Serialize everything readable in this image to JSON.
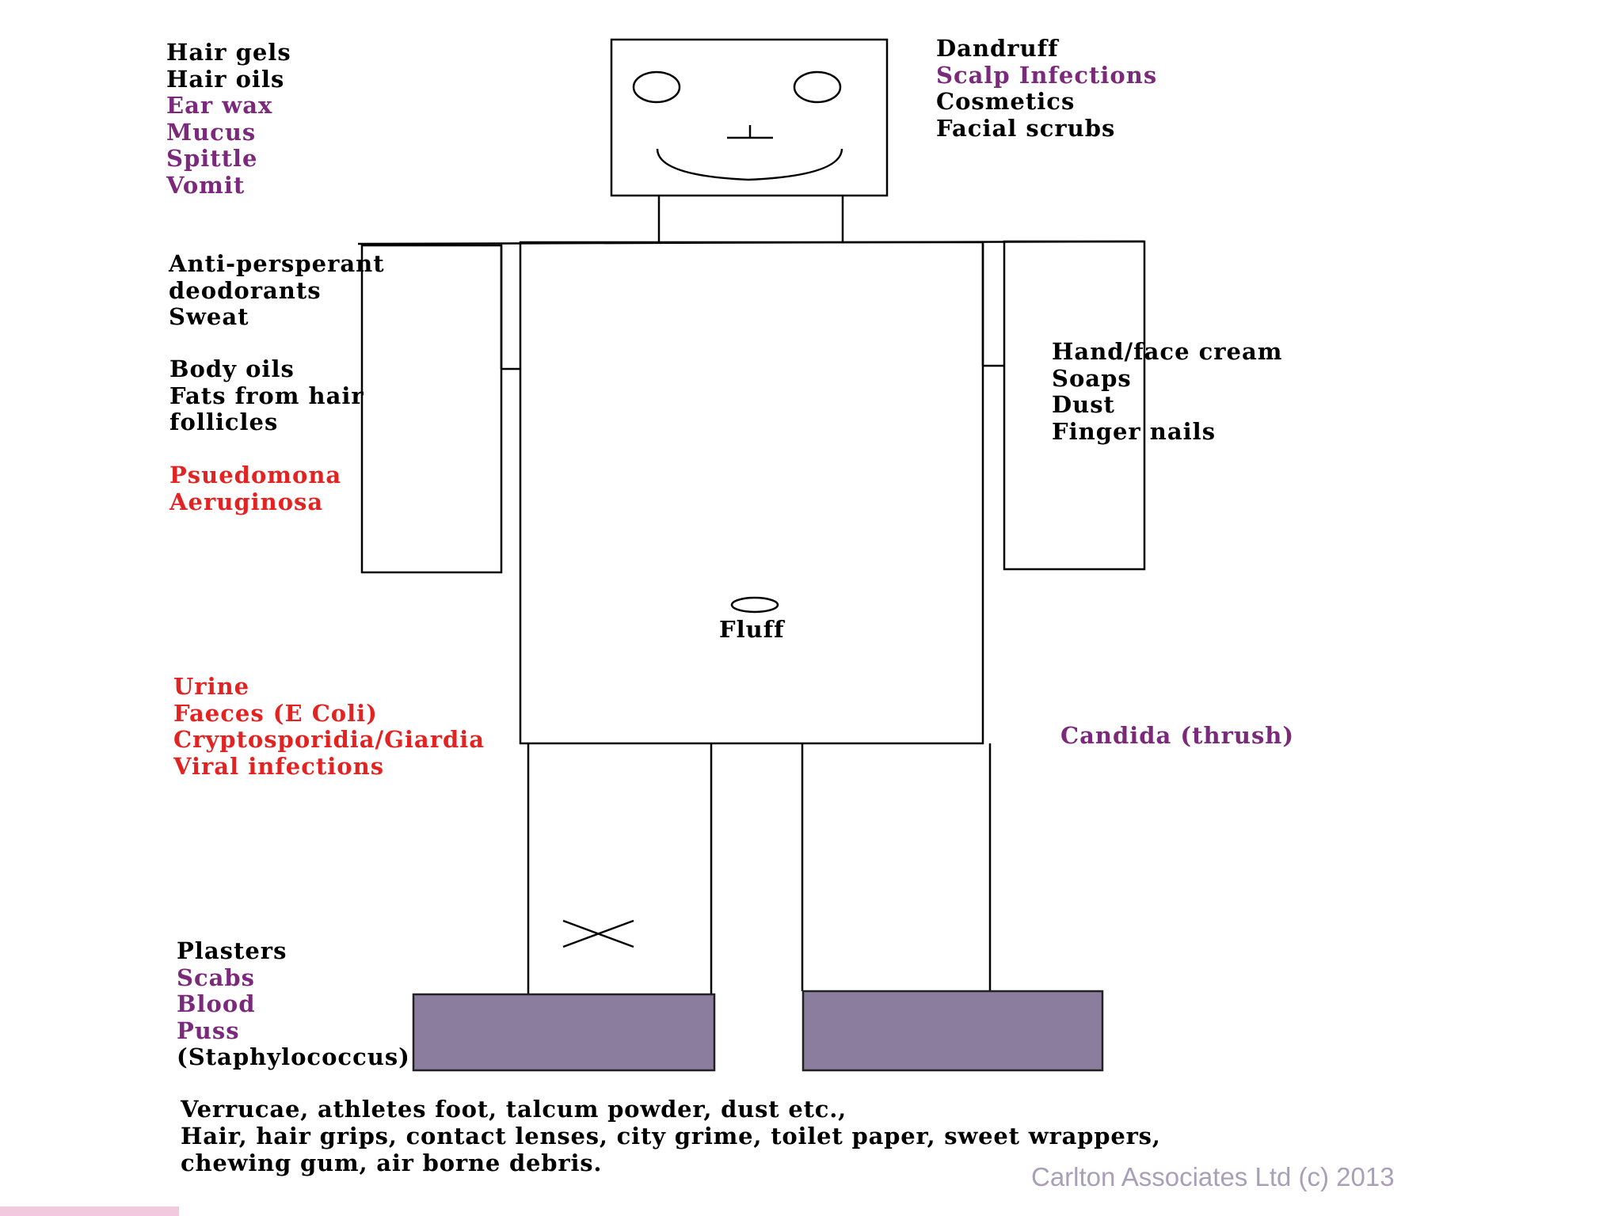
{
  "labels": {
    "head_left": [
      {
        "text": "Hair gels",
        "color": "#000000"
      },
      {
        "text": "Hair oils",
        "color": "#000000"
      },
      {
        "text": "Ear wax",
        "color": "#7b2a7b"
      },
      {
        "text": "Mucus",
        "color": "#7b2a7b"
      },
      {
        "text": "Spittle",
        "color": "#7b2a7b"
      },
      {
        "text": "Vomit",
        "color": "#7b2a7b"
      }
    ],
    "head_right": [
      {
        "text": "Dandruff",
        "color": "#000000"
      },
      {
        "text": "Scalp Infections",
        "color": "#7b2a7b"
      },
      {
        "text": "Cosmetics",
        "color": "#000000"
      },
      {
        "text": "Facial scrubs",
        "color": "#000000"
      }
    ],
    "armpit": [
      {
        "text": "Anti-persperant",
        "color": "#000000"
      },
      {
        "text": "deodorants",
        "color": "#000000"
      },
      {
        "text": "Sweat",
        "color": "#000000"
      }
    ],
    "body_oils": [
      {
        "text": "Body oils",
        "color": "#000000"
      },
      {
        "text": "Fats from hair",
        "color": "#000000"
      },
      {
        "text": "follicles",
        "color": "#000000"
      }
    ],
    "pseudomonas": [
      {
        "text": "Psuedomona",
        "color": "#e32222"
      },
      {
        "text": "Aeruginosa",
        "color": "#e32222"
      }
    ],
    "hands": [
      {
        "text": "Hand/face cream",
        "color": "#000000"
      },
      {
        "text": "Soaps",
        "color": "#000000"
      },
      {
        "text": "Dust",
        "color": "#000000"
      },
      {
        "text": "Finger nails",
        "color": "#000000"
      }
    ],
    "groin": [
      {
        "text": "Urine",
        "color": "#e32222"
      },
      {
        "text": "Faeces (E Coli)",
        "color": "#e32222"
      },
      {
        "text": "Cryptosporidia/Giardia",
        "color": "#e32222"
      },
      {
        "text": "Viral infections",
        "color": "#e32222"
      }
    ],
    "candida": [
      {
        "text": "Candida (thrush)",
        "color": "#7b2a7b"
      }
    ],
    "knee": [
      {
        "text": "Plasters",
        "color": "#000000"
      },
      {
        "text": "Scabs",
        "color": "#7b2a7b"
      },
      {
        "text": "Blood",
        "color": "#7b2a7b"
      },
      {
        "text": "Puss",
        "color": "#7b2a7b"
      },
      {
        "text": "(Staphylococcus)",
        "color": "#000000"
      }
    ]
  },
  "fluff": "Fluff",
  "footer_lines": [
    "Verrucae, athletes foot, talcum powder, dust etc.,",
    "Hair, hair grips, contact lenses, city grime, toilet paper, sweet wrappers,",
    "chewing gum, air borne debris."
  ],
  "credit": "Carlton Associates Ltd (c) 2013",
  "colors": {
    "black": "#000000",
    "purple": "#7b2a7b",
    "red": "#e32222",
    "feet": "#8a7d9d",
    "credit": "#a9a0b8"
  }
}
